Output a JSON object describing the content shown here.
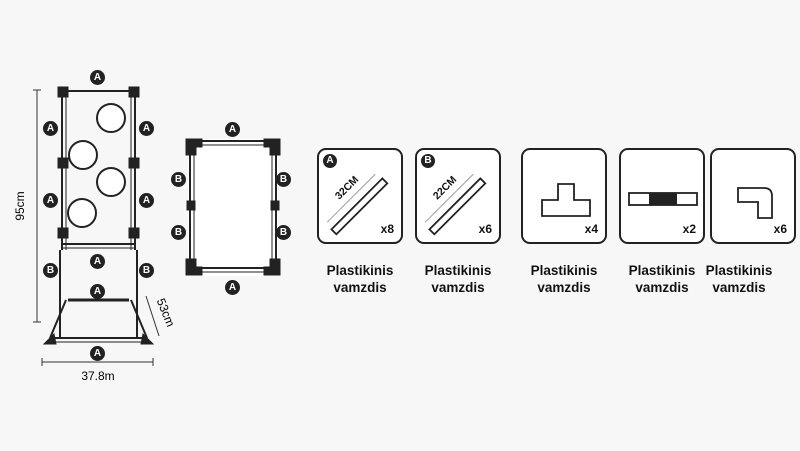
{
  "labels": {
    "a": "A",
    "b": "B"
  },
  "dimensions": {
    "height": "95cm",
    "depth": "53cm",
    "width": "37.8m"
  },
  "parts": [
    {
      "id": "pipe-a",
      "badge": "A",
      "length": "32CM",
      "qty": "x8",
      "name1": "Plastikinis",
      "name2": "vamzdis"
    },
    {
      "id": "pipe-b",
      "badge": "B",
      "length": "22CM",
      "qty": "x6",
      "name1": "Plastikinis",
      "name2": "vamzdis"
    },
    {
      "id": "t-joint",
      "qty": "x4",
      "name1": "Plastikinis",
      "name2": "vamzdis"
    },
    {
      "id": "straight-connector",
      "qty": "x2",
      "name1": "Plastikinis",
      "name2": "vamzdis"
    },
    {
      "id": "elbow",
      "qty": "x6",
      "name1": "Plastikinis",
      "name2": "vamzdis"
    }
  ]
}
